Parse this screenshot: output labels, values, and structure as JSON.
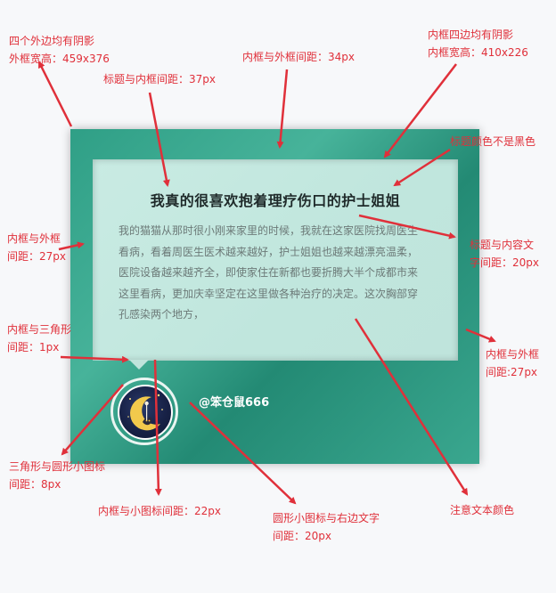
{
  "card": {
    "title": "我真的很喜欢抱着理疗伤口的护士姐姐",
    "content": "我的猫猫从那时很小刚来家里的时候，我就在这家医院找周医生看病，看着周医生医术越来越好，护士姐姐也越来越漂亮温柔，医院设备越来越齐全，即使家住在新都也要折腾大半个成都市来这里看病，更加庆幸坚定在这里做各种治疗的决定。这次胸部穿孔感染两个地方，",
    "username": "@笨仓鼠666",
    "colors": {
      "outer_start": "#2f9f86",
      "outer_end": "#238a74",
      "inner_bg": "#c6e9e1",
      "title": "#1f2a2a",
      "content": "#6c7a78",
      "username": "#ffffff"
    }
  },
  "annotations": {
    "outer_shadow_line1": "四个外边均有阴影",
    "outer_shadow_line2": "外框宽高：459x376",
    "title_to_inner": "标题与内框间距：37px",
    "inner_to_outer_top": "内框与外框间距：34px",
    "inner_shadow_line1": "内框四边均有阴影",
    "inner_shadow_line2": "内框宽高：410x226",
    "title_color": "标题颜色不是黑色",
    "inner_to_outer_left_line1": "内框与外框",
    "inner_to_outer_left_line2": "间距：27px",
    "title_to_content_line1": "标题与内容文",
    "title_to_content_line2": "字间距：20px",
    "inner_to_triangle_line1": "内框与三角形",
    "inner_to_triangle_line2": "间距：1px",
    "inner_to_outer_right_line1": "内框与外框",
    "inner_to_outer_right_line2": "间距:27px",
    "triangle_to_icon_line1": "三角形与圆形小图标",
    "triangle_to_icon_line2": "间距：8px",
    "inner_to_icon": "内框与小图标间距：22px",
    "icon_to_text_line1": "圆形小图标与右边文字",
    "icon_to_text_line2": "间距：20px",
    "text_color_note": "注意文本颜色"
  },
  "icons": {
    "avatar": "crescent-moon-with-cat-icon"
  },
  "annotation_color": "#e0303a"
}
